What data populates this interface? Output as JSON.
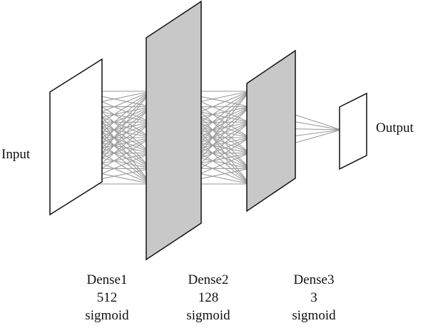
{
  "diagram": {
    "input_label": "Input",
    "output_label": "Output",
    "layers": [
      {
        "name": "Dense1",
        "units": "512",
        "activation": "sigmoid"
      },
      {
        "name": "Dense2",
        "units": "128",
        "activation": "sigmoid"
      },
      {
        "name": "Dense3",
        "units": "3",
        "activation": "sigmoid"
      }
    ],
    "colors": {
      "stroke": "#111111",
      "fill_shaded": "#c8c8c8",
      "fill_plain": "#ffffff",
      "connections": "#9a9a9a"
    }
  }
}
